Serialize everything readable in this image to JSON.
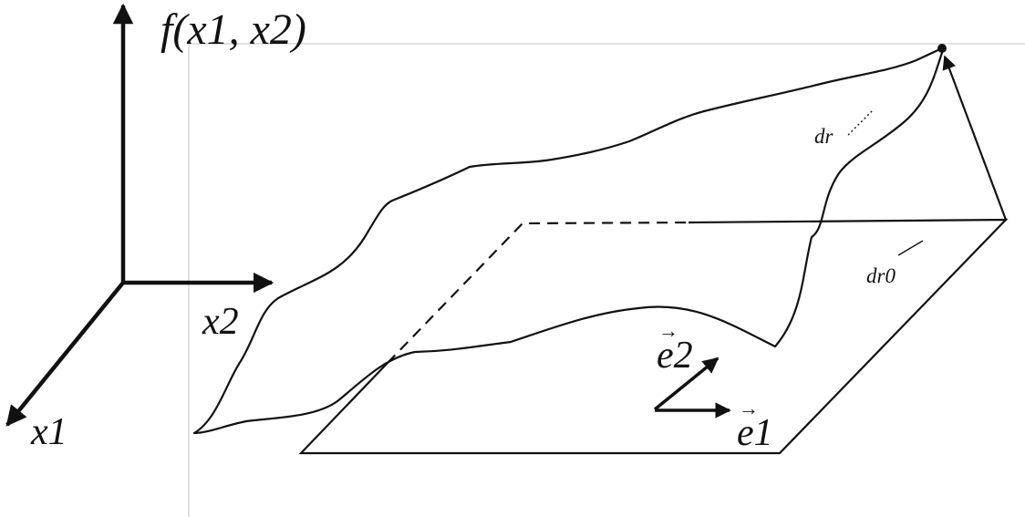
{
  "figure": {
    "function_label": "f(x1, x2)",
    "axis_x1_label": "x1",
    "axis_x2_label": "x2",
    "basis_e1_label": "e1",
    "basis_e2_label": "e2",
    "dr_label": "dr",
    "dr0_label": "dr0"
  },
  "colors": {
    "ink": "#111111",
    "frame": "#cfcfcf"
  },
  "icons": {
    "x1_axis": "arrow-icon",
    "x2_axis": "arrow-icon",
    "f_axis": "arrow-icon",
    "e1": "vector-arrow-icon",
    "e2": "vector-arrow-icon"
  }
}
